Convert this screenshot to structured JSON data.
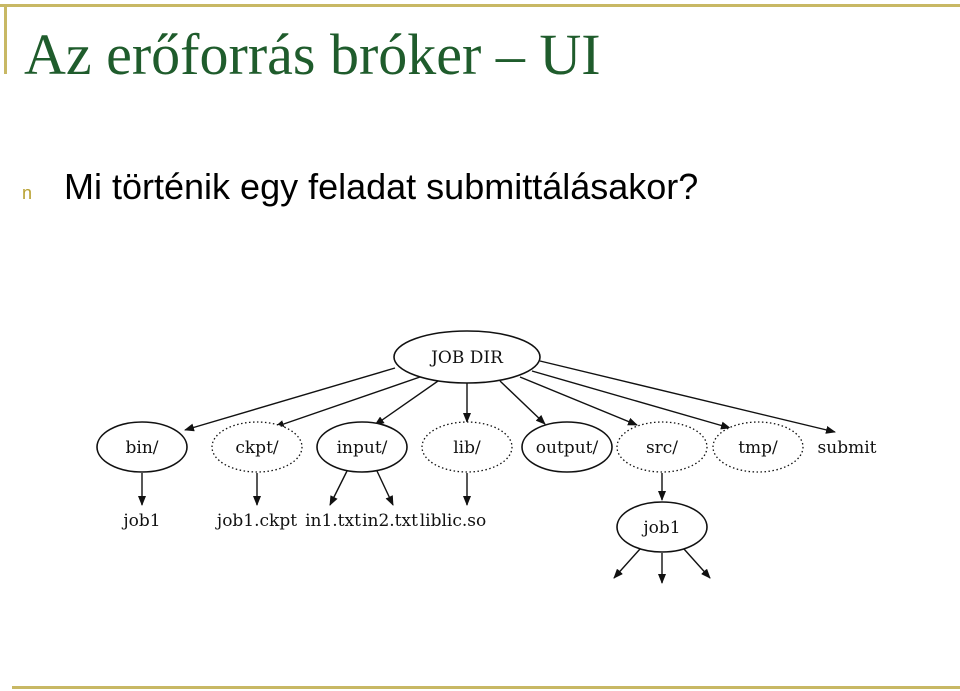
{
  "colors": {
    "title": "#1f5c2c",
    "rule": "#c8b864",
    "bullet": "#b8a030",
    "ink": "#111111"
  },
  "slide": {
    "title": "Az erőforrás bróker – UI",
    "bullet_marker": "n",
    "bullet_text": "Mi történik egy feladat submittálásakor?"
  },
  "diagram": {
    "root": "JOB DIR",
    "children": [
      {
        "label": "bin/",
        "border": "solid",
        "files": [
          "job1"
        ]
      },
      {
        "label": "ckpt/",
        "border": "dotted",
        "files": [
          "job1.ckpt"
        ]
      },
      {
        "label": "input/",
        "border": "solid",
        "files": [
          "in1.txt",
          "in2.txt"
        ]
      },
      {
        "label": "lib/",
        "border": "dotted",
        "files": [
          "liblic.so"
        ]
      },
      {
        "label": "output/",
        "border": "solid",
        "files": []
      },
      {
        "label": "src/",
        "border": "dotted",
        "files": []
      },
      {
        "label": "tmp/",
        "border": "dotted",
        "files": []
      },
      {
        "label": "submit",
        "border": "none",
        "files": []
      }
    ],
    "src_child": "job1"
  }
}
